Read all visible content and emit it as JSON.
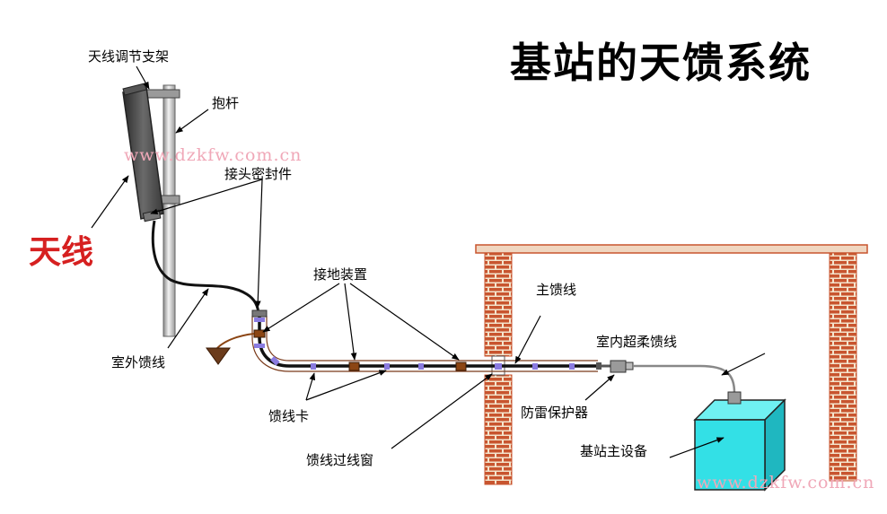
{
  "title": "基站的天馈系统",
  "labels": {
    "antenna": "天线",
    "bracket": "天线调节支架",
    "pole": "抱杆",
    "connector_seal": "接头密封件",
    "outdoor_feeder": "室外馈线",
    "grounding": "接地装置",
    "main_feeder": "主馈线",
    "indoor_jumper": "室内超柔馈线",
    "feeder_clip": "馈线卡",
    "lightning_protector": "防雷保护器",
    "feeder_window": "馈线过线窗",
    "bts_equipment": "基站主设备"
  },
  "watermarks": [
    "www.dzkfw.com.cn",
    "www.dzkfw.com.cn"
  ],
  "colors": {
    "antenna_label": "#d62020",
    "brick": "#c8552f",
    "mortar": "#f4e4cc",
    "equipment": "#33e0e6",
    "clip": "#8a7be0",
    "ground_clamp": "#8b4513",
    "watermark": "#f0a8b8"
  }
}
